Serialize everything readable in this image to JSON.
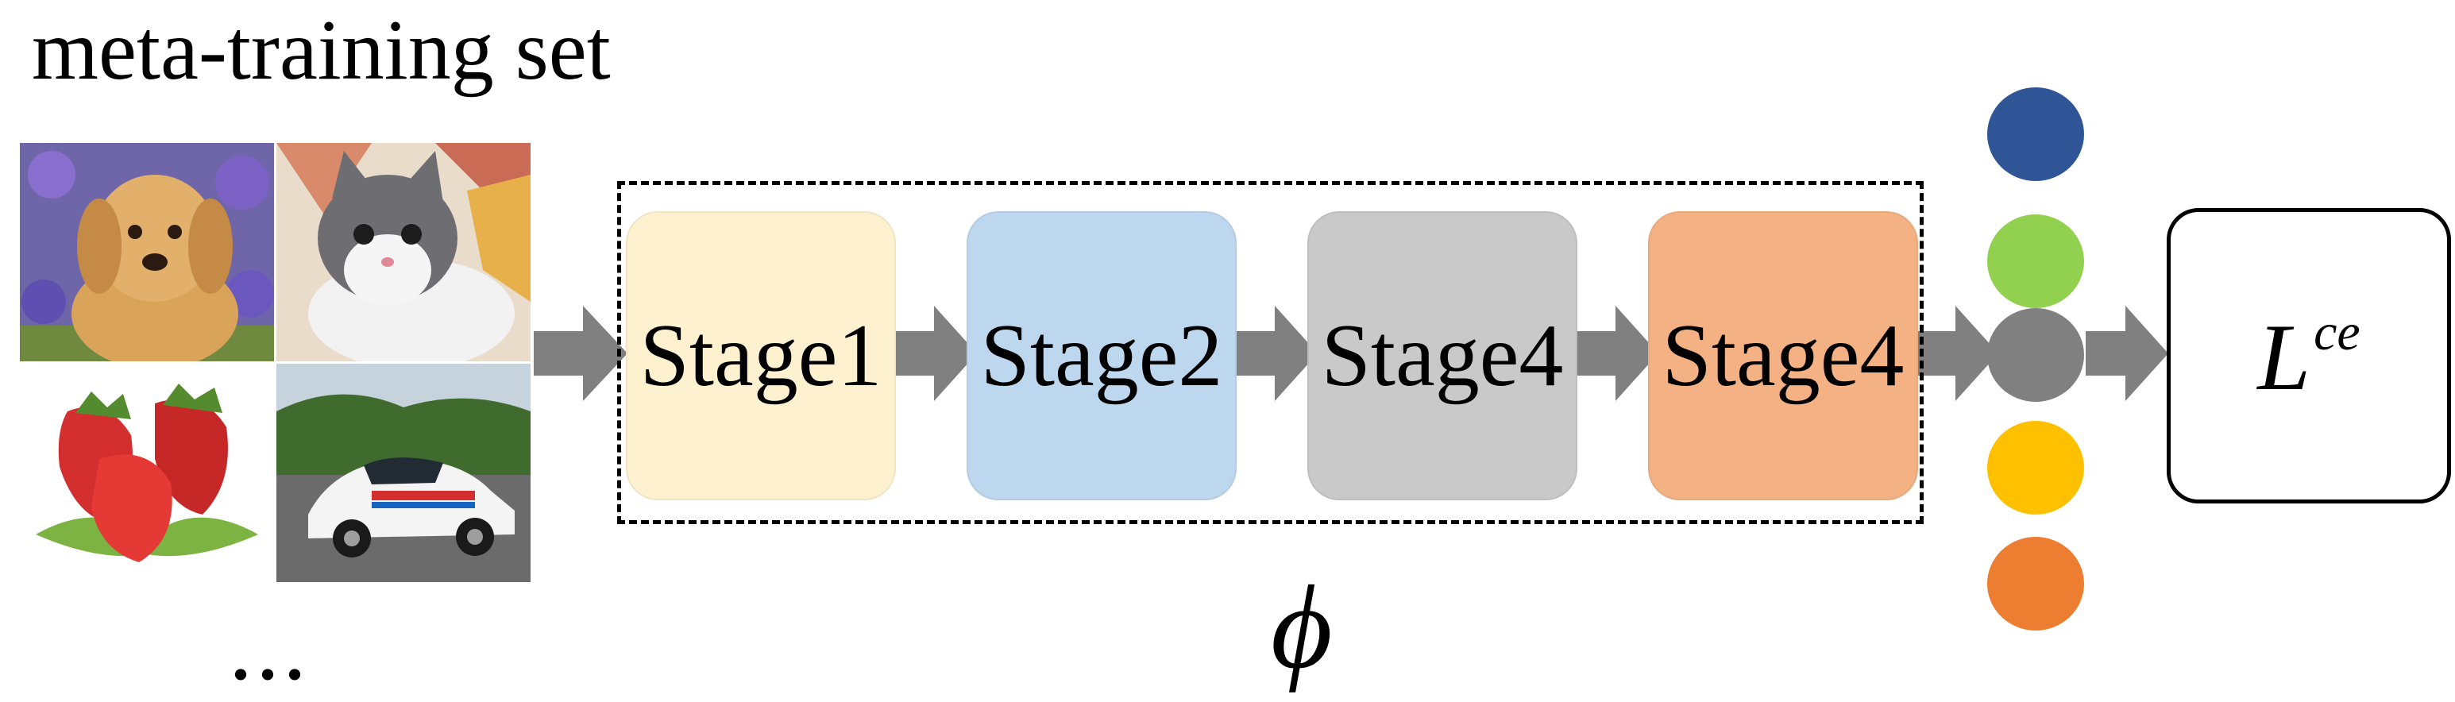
{
  "title": "meta-training set",
  "images": [
    {
      "icon": "dog-photo-icon"
    },
    {
      "icon": "cat-photo-icon"
    },
    {
      "icon": "strawberries-photo-icon"
    },
    {
      "icon": "race-car-photo-icon"
    }
  ],
  "ellipsis": "...",
  "stages": [
    {
      "label": "Stage1",
      "color": "#FDF1D0"
    },
    {
      "label": "Stage2",
      "color": "#BDD7EE"
    },
    {
      "label": "Stage4",
      "color": "#C9C9C9"
    },
    {
      "label": "Stage4",
      "color": "#F4B183"
    }
  ],
  "backbone_symbol": "ϕ",
  "output_dots": [
    {
      "color": "#2F5597"
    },
    {
      "color": "#92D050"
    },
    {
      "color": "#808080"
    },
    {
      "color": "#FFC000"
    },
    {
      "color": "#ED7D31"
    }
  ],
  "loss": {
    "base": "L",
    "superscript": "ce"
  },
  "arrow_color": "#808080"
}
